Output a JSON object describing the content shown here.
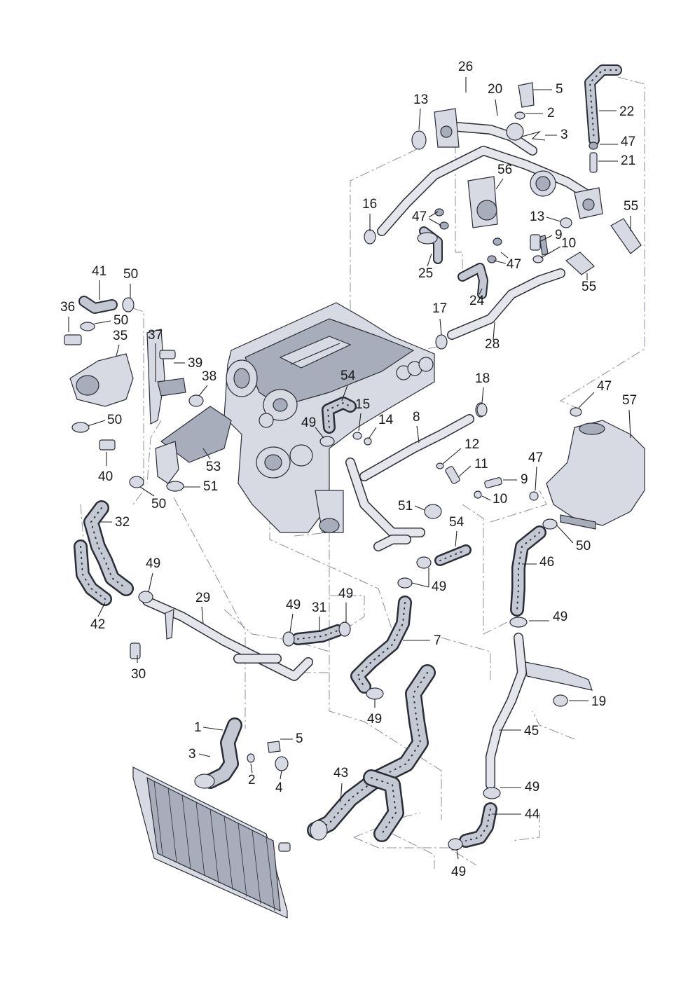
{
  "labels": {
    "l26": "26",
    "l20": "20",
    "l5a": "5",
    "l2a": "2",
    "l3a": "3",
    "l22": "22",
    "l13a": "13",
    "l47a": "47",
    "l21": "21",
    "l56": "56",
    "l16": "16",
    "l47b": "47",
    "l13b": "13",
    "l9a": "9",
    "l10a": "10",
    "l55a": "55",
    "l55b": "55",
    "l25": "25",
    "l47c": "47",
    "l24": "24",
    "l41": "41",
    "l50a": "50",
    "l36": "36",
    "l50b": "50",
    "l35": "35",
    "l37": "37",
    "l39": "39",
    "l38": "38",
    "l17": "17",
    "l28": "28",
    "l54a": "54",
    "l15": "15",
    "l14": "14",
    "l49a": "49",
    "l18": "18",
    "l8": "8",
    "l47d": "47",
    "l57": "57",
    "l50c": "50",
    "l12": "12",
    "l11": "11",
    "l47e": "47",
    "l9b": "9",
    "l10b": "10",
    "l40": "40",
    "l53": "53",
    "l51a": "51",
    "l50d": "50",
    "l51b": "51",
    "l54b": "54",
    "l32": "32",
    "l49b": "49",
    "l50e": "50",
    "l46": "46",
    "l49c": "49",
    "l42": "42",
    "l29": "29",
    "l49d": "49",
    "l31": "31",
    "l49e": "49",
    "l7": "7",
    "l49f": "49",
    "l30": "30",
    "l19": "19",
    "l49g": "49",
    "l45": "45",
    "l1": "1",
    "l5b": "5",
    "l3b": "3",
    "l2b": "2",
    "l4": "4",
    "l43": "43",
    "l49h": "49",
    "l44": "44",
    "l49i": "49"
  }
}
